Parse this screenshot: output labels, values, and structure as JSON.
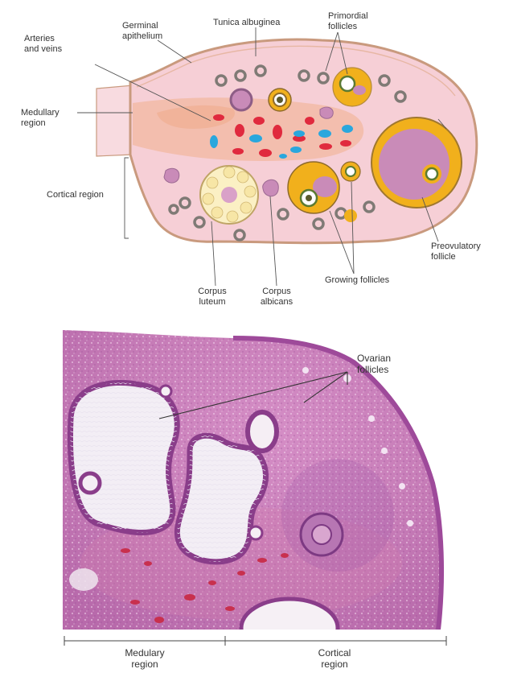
{
  "schematic": {
    "labels": {
      "germinal": "Germinal\napithelium",
      "tunica": "Tunica albuginea",
      "primordial": "Primordial\nfollicles",
      "arteries": "Arteries\nand veins",
      "medullary": "Medullary\nregion",
      "cortical": "Cortical region",
      "corpus_luteum": "Corpus\nluteum",
      "corpus_albicans": "Corpus\nalbicans",
      "growing": "Growing follicles",
      "preovulatory": "Preovulatory\nfollicle"
    }
  },
  "micrograph": {
    "labels": {
      "ovarian_follicles": "Ovarian\nfollicles",
      "medullary": "Medulary\nregion",
      "cortical": "Cortical\nregion"
    }
  },
  "colors": {
    "ovary_fill": "#f6cfd6",
    "ovary_outline": "#c99a7e",
    "medulla": "#f2b9a4",
    "artery": "#e02a3e",
    "vein": "#2aa7dd",
    "follicle_gold": "#f1b01c",
    "follicle_purple": "#c98bb8",
    "luteum": "#fbf0c4",
    "stain_pink": "#e7a9d6",
    "stain_purple": "#8a4aa3"
  }
}
